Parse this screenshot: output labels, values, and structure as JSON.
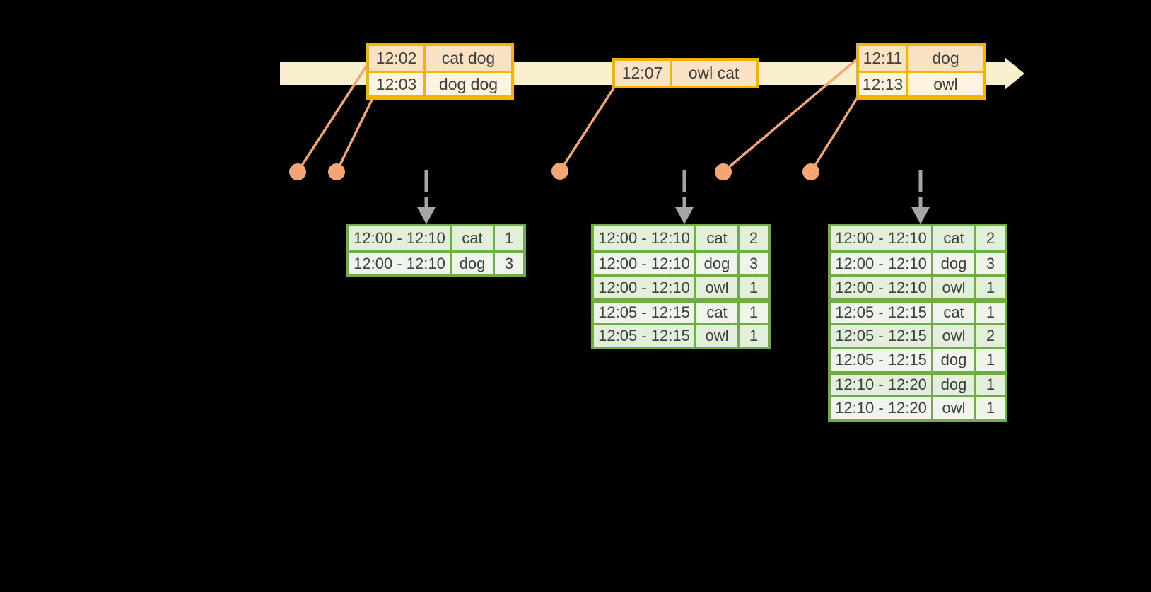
{
  "colors": {
    "background": "#000000",
    "timeline_band": "#FAF0CF",
    "event_border_gold": "#F3B300",
    "event_row_peach": "#FAE3C4",
    "event_row_cream": "#FCF3E1",
    "connector_salmon": "#F1A674",
    "table_border_green": "#70AD47",
    "table_row_dark": "#E2EFDA",
    "table_row_light": "#EFF5EB",
    "trigger_arrow_grey": "#A6A6A6",
    "text_dark": "#3F3F3F"
  },
  "timeline": {
    "events": [
      {
        "rows": [
          {
            "time": "12:02",
            "words": "cat dog"
          },
          {
            "time": "12:03",
            "words": "dog dog"
          }
        ]
      },
      {
        "rows": [
          {
            "time": "12:07",
            "words": "owl cat"
          }
        ]
      },
      {
        "rows": [
          {
            "time": "12:11",
            "words": "dog"
          },
          {
            "time": "12:13",
            "words": "owl"
          }
        ]
      }
    ]
  },
  "result_tables": [
    {
      "rows": [
        [
          "12:00 - 12:10",
          "cat",
          "1"
        ],
        [
          "12:00 - 12:10",
          "dog",
          "3"
        ]
      ]
    },
    {
      "rows": [
        [
          "12:00 - 12:10",
          "cat",
          "2"
        ],
        [
          "12:00 - 12:10",
          "dog",
          "3"
        ],
        [
          "12:00 - 12:10",
          "owl",
          "1"
        ],
        [
          "12:05 - 12:15",
          "cat",
          "1"
        ],
        [
          "12:05 - 12:15",
          "owl",
          "1"
        ]
      ]
    },
    {
      "rows": [
        [
          "12:00 - 12:10",
          "cat",
          "2"
        ],
        [
          "12:00 - 12:10",
          "dog",
          "3"
        ],
        [
          "12:00 - 12:10",
          "owl",
          "1"
        ],
        [
          "12:05 - 12:15",
          "cat",
          "1"
        ],
        [
          "12:05 - 12:15",
          "owl",
          "2"
        ],
        [
          "12:05 - 12:15",
          "dog",
          "1"
        ],
        [
          "12:10 - 12:20",
          "dog",
          "1"
        ],
        [
          "12:10 - 12:20",
          "owl",
          "1"
        ]
      ]
    }
  ]
}
